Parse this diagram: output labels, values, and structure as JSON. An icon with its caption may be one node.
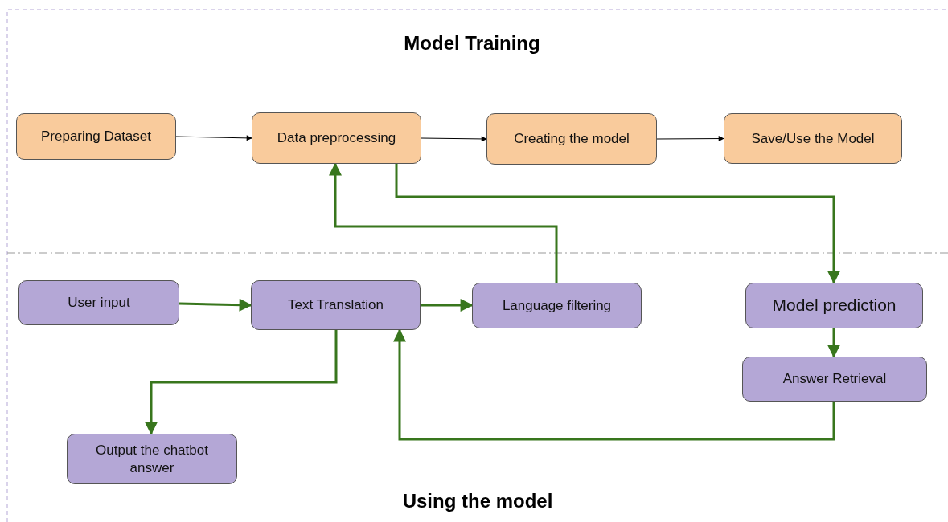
{
  "diagram": {
    "nodes": [
      {
        "text": [
          "Preparing Dataset"
        ]
      },
      {
        "text": [
          "Data preprocessing"
        ]
      },
      {
        "text": [
          "Creating the model"
        ]
      },
      {
        "text": [
          "Save/Use the Model"
        ]
      },
      {
        "text": [
          "User input"
        ]
      },
      {
        "text": [
          "Text Translation"
        ]
      },
      {
        "text": [
          "Language filtering"
        ]
      },
      {
        "text": [
          "Model prediction"
        ]
      },
      {
        "text": [
          "Answer Retrieval"
        ]
      },
      {
        "text": [
          "Output the chatbot answer"
        ]
      }
    ],
    "edges": [
      {
        "from": 0,
        "to": 1,
        "arrow": "to",
        "color": "#000000"
      },
      {
        "from": 1,
        "to": 2,
        "arrow": "to",
        "color": "#000000"
      },
      {
        "from": 2,
        "to": 3,
        "arrow": "to",
        "color": "#000000"
      },
      {
        "from": 1,
        "to": 7,
        "arrow": "to"
      },
      {
        "from": 6,
        "to": 1,
        "arrow": "to"
      },
      {
        "from": 4,
        "to": 5,
        "arrow": "to"
      },
      {
        "from": 5,
        "to": 6,
        "arrow": "to"
      },
      {
        "from": 7,
        "to": 8,
        "arrow": "to"
      },
      {
        "from": 5,
        "to": 9,
        "arrow": "to"
      },
      {
        "from": 8,
        "to": 5,
        "arrow": "to"
      }
    ],
    "labels": [
      "Model Training",
      "Using the model"
    ]
  }
}
